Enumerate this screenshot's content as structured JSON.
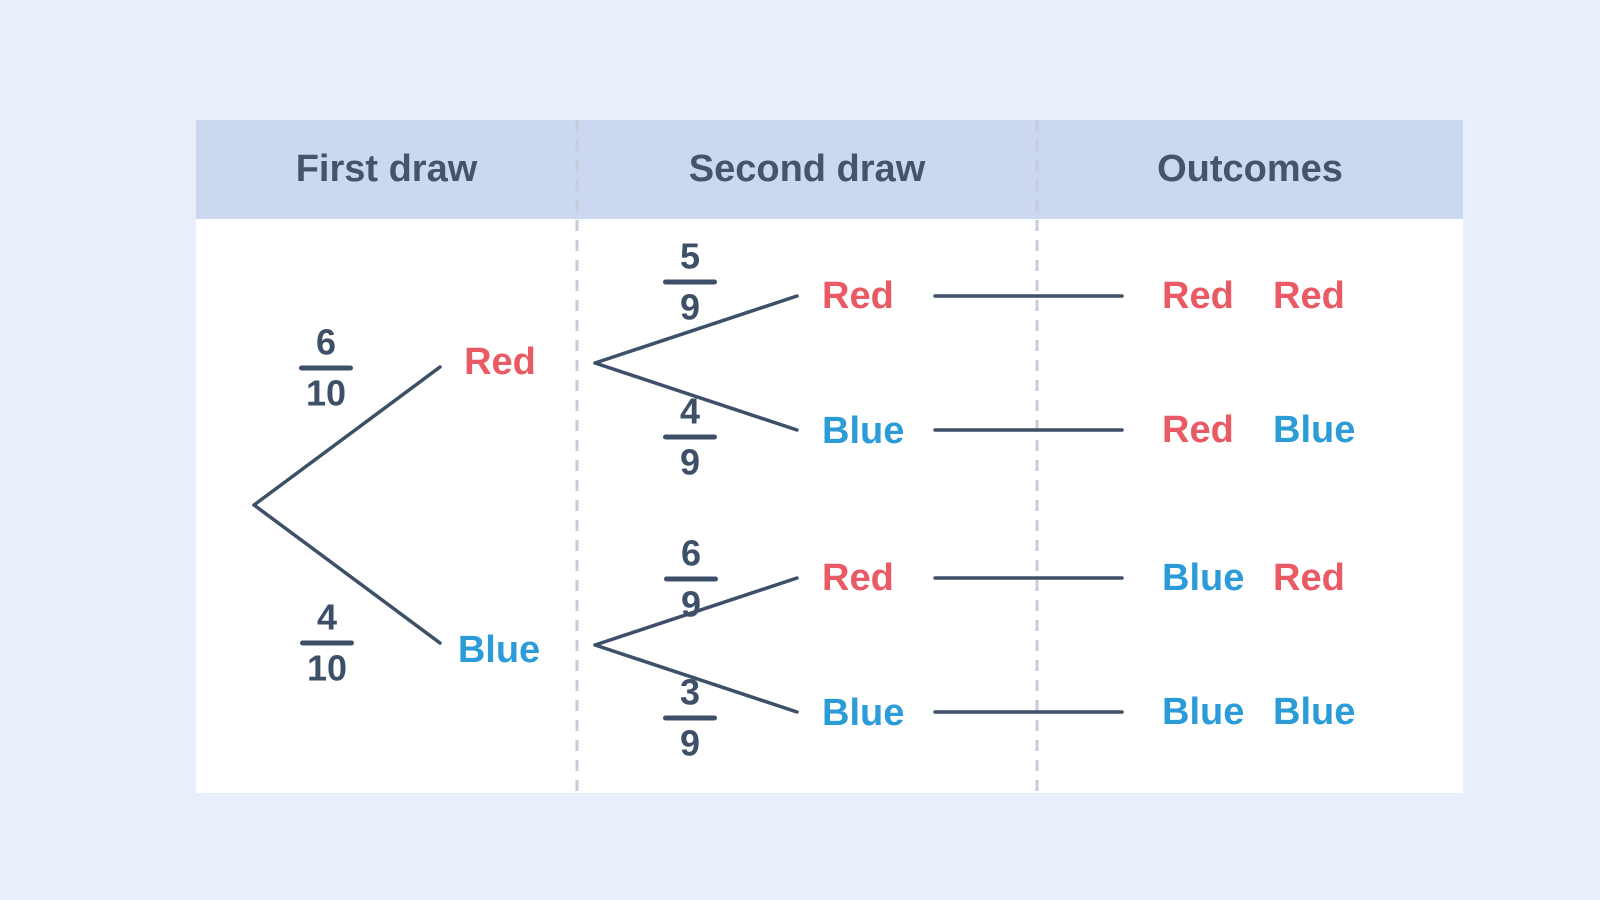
{
  "colors": {
    "pageBg": "#e9eefb",
    "panelBg": "#ffffff",
    "headerBg": "#ccd7f0",
    "headerText": "#465468",
    "navy": "#3e4f68",
    "red": "#ea5a64",
    "blue": "#2b9cd8",
    "divider": "#c6cdda"
  },
  "table": {
    "columns": [
      "First draw",
      "Second draw",
      "Outcomes"
    ]
  },
  "tree": {
    "first_draw": [
      {
        "probability": {
          "num": "6",
          "den": "10"
        },
        "label": "Red",
        "color": "#ea5a64"
      },
      {
        "probability": {
          "num": "4",
          "den": "10"
        },
        "label": "Blue",
        "color": "#2b9cd8"
      }
    ],
    "second_draw": [
      {
        "after": "Red",
        "branches": [
          {
            "probability": {
              "num": "5",
              "den": "9"
            },
            "label": "Red",
            "color": "#ea5a64"
          },
          {
            "probability": {
              "num": "4",
              "den": "9"
            },
            "label": "Blue",
            "color": "#2b9cd8"
          }
        ]
      },
      {
        "after": "Blue",
        "branches": [
          {
            "probability": {
              "num": "6",
              "den": "9"
            },
            "label": "Red",
            "color": "#ea5a64"
          },
          {
            "probability": {
              "num": "3",
              "den": "9"
            },
            "label": "Blue",
            "color": "#2b9cd8"
          }
        ]
      }
    ],
    "outcomes": [
      {
        "first": "Red",
        "second": "Red"
      },
      {
        "first": "Red",
        "second": "Blue"
      },
      {
        "first": "Blue",
        "second": "Red"
      },
      {
        "first": "Blue",
        "second": "Blue"
      }
    ]
  }
}
